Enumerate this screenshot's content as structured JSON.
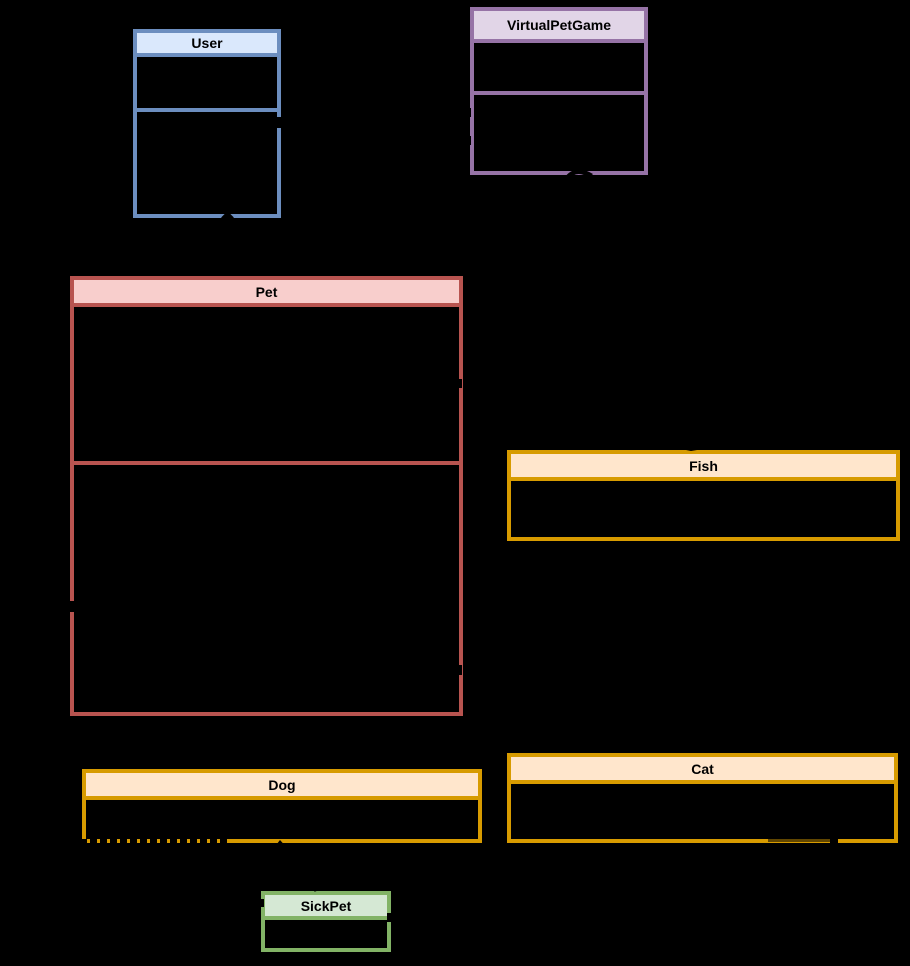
{
  "diagram": {
    "type": "uml-class-diagram",
    "background_color": "#000000",
    "classes": [
      {
        "id": "user",
        "name": "User",
        "border_color": "#6C8EBF",
        "header_fill": "#DAE8FC",
        "title_color": "#000000",
        "compartments": 3
      },
      {
        "id": "virtualpetgame",
        "name": "VirtualPetGame",
        "border_color": "#9673A6",
        "header_fill": "#E1D5E7",
        "title_color": "#000000",
        "compartments": 3
      },
      {
        "id": "pet",
        "name": "Pet",
        "border_color": "#B85450",
        "header_fill": "#F8CECC",
        "title_color": "#000000",
        "compartments": 3
      },
      {
        "id": "fish",
        "name": "Fish",
        "border_color": "#D79B00",
        "header_fill": "#FFE6CC",
        "title_color": "#000000",
        "compartments": 2
      },
      {
        "id": "dog",
        "name": "Dog",
        "border_color": "#D79B00",
        "header_fill": "#FFE6CC",
        "title_color": "#000000",
        "compartments": 2
      },
      {
        "id": "cat",
        "name": "Cat",
        "border_color": "#D79B00",
        "header_fill": "#FFE6CC",
        "title_color": "#000000",
        "compartments": 2
      },
      {
        "id": "sickpet",
        "name": "SickPet",
        "border_color": "#82B366",
        "header_fill": "#D5E8D4",
        "title_color": "#000000",
        "compartments": 2
      }
    ]
  }
}
